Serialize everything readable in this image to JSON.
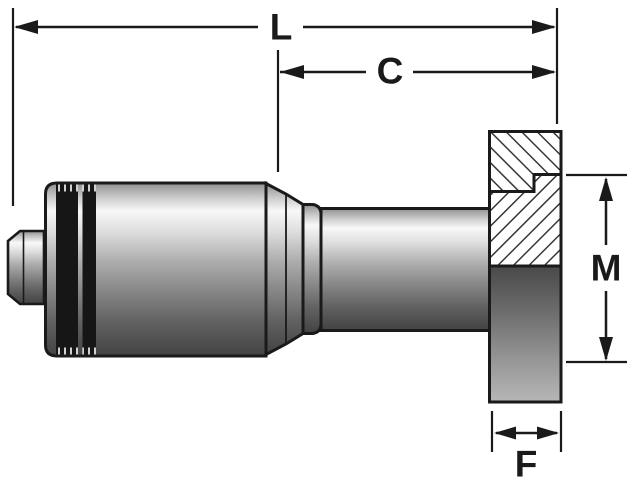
{
  "dimensions": {
    "overall_length": "L",
    "cut_off_length": "C",
    "flange_diameter": "M",
    "flange_thickness": "F"
  },
  "colors": {
    "line": "#1a1a1a",
    "background": "#ffffff",
    "metal_highlight": "#f8f8f8",
    "metal_shadow": "#444444"
  }
}
